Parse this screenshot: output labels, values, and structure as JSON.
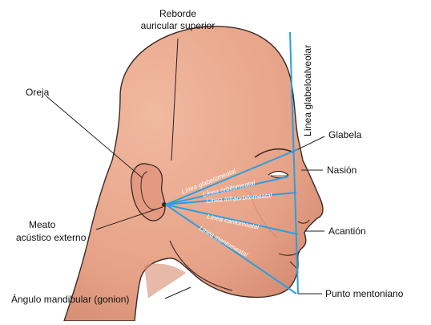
{
  "labels": {
    "reborde_line1": "Reborde",
    "reborde_line2": "auricular superior",
    "oreja": "Oreja",
    "meato_line1": "Meato",
    "meato_line2": "acústico externo",
    "angulo": "Ángulo mandibular (gonion)",
    "glabeloalveolar": "Línea glabeloalveolar",
    "glabela": "Glabela",
    "nasion": "Nasión",
    "acantion": "Acantión",
    "punto_mentoniano": "Punto mentoniano"
  },
  "lines": {
    "glabelomeatal": "Línea glabelomeatal",
    "orbitomeatal": "Línea orbitomeatal",
    "infraorbitomeatal": "Línea infraorbitomeatal",
    "cantomeatal": "Línea cantomeatal",
    "mentomeatal": "Línea mentomeatal"
  },
  "colors": {
    "skin": "#e9a98f",
    "skin_shadow": "#d98d73",
    "outline": "#3a2a26",
    "positioning_line": "#2a9fe0",
    "leader": "#222222"
  }
}
